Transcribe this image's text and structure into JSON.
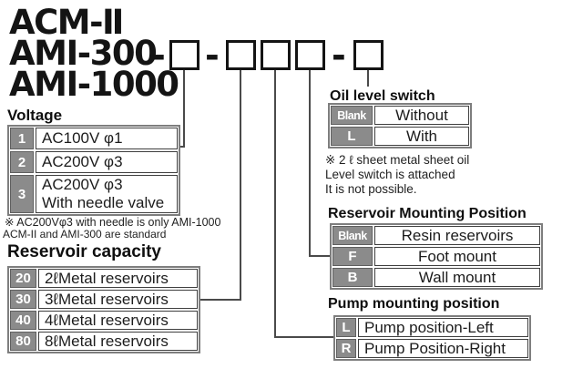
{
  "title": {
    "line1": "ACM-Ⅱ",
    "line2": "AMI-300",
    "line3": "AMI-1000",
    "separator": "-"
  },
  "voltage": {
    "heading": "Voltage",
    "rows": [
      {
        "code": "1",
        "label": "AC100V φ1"
      },
      {
        "code": "2",
        "label": "AC200V φ3"
      },
      {
        "code": "3",
        "label": "AC200V φ3",
        "label2": "With needle valve"
      }
    ],
    "note1": "※ AC200Vφ3 with needle is only AMI-1000",
    "note2": "ACM-II and AMI-300 are standard"
  },
  "reservoir_capacity": {
    "heading": "Reservoir capacity",
    "rows": [
      {
        "code": "20",
        "label": "2ℓMetal reservoirs"
      },
      {
        "code": "30",
        "label": "3ℓMetal reservoirs"
      },
      {
        "code": "40",
        "label": "4ℓMetal reservoirs"
      },
      {
        "code": "80",
        "label": "8ℓMetal reservoirs"
      }
    ]
  },
  "oil_level_switch": {
    "heading": "Oil level switch",
    "rows": [
      {
        "code": "Blank",
        "label": "Without"
      },
      {
        "code": "L",
        "label": "With"
      }
    ],
    "note1": "※ 2 ℓ sheet metal sheet oil",
    "note2": "Level switch is attached",
    "note3": "It is not possible."
  },
  "reservoir_mounting": {
    "heading": "Reservoir Mounting Position",
    "rows": [
      {
        "code": "Blank",
        "label": "Resin reservoirs"
      },
      {
        "code": "F",
        "label": "Foot mount"
      },
      {
        "code": "B",
        "label": "Wall mount"
      }
    ]
  },
  "pump_mounting": {
    "heading": "Pump mounting position",
    "rows": [
      {
        "code": "L",
        "label": "Pump position-Left"
      },
      {
        "code": "R",
        "label": "Pump Position-Right"
      }
    ]
  },
  "colors": {
    "id_cell_bg": "#8b8b8b",
    "id_cell_text": "#ffffff",
    "table_outer_border": "#7e7e7e",
    "cell_border": "#3f3f3f",
    "connector_line": "#4a4a4a",
    "text": "#141414",
    "background": "#ffffff"
  }
}
